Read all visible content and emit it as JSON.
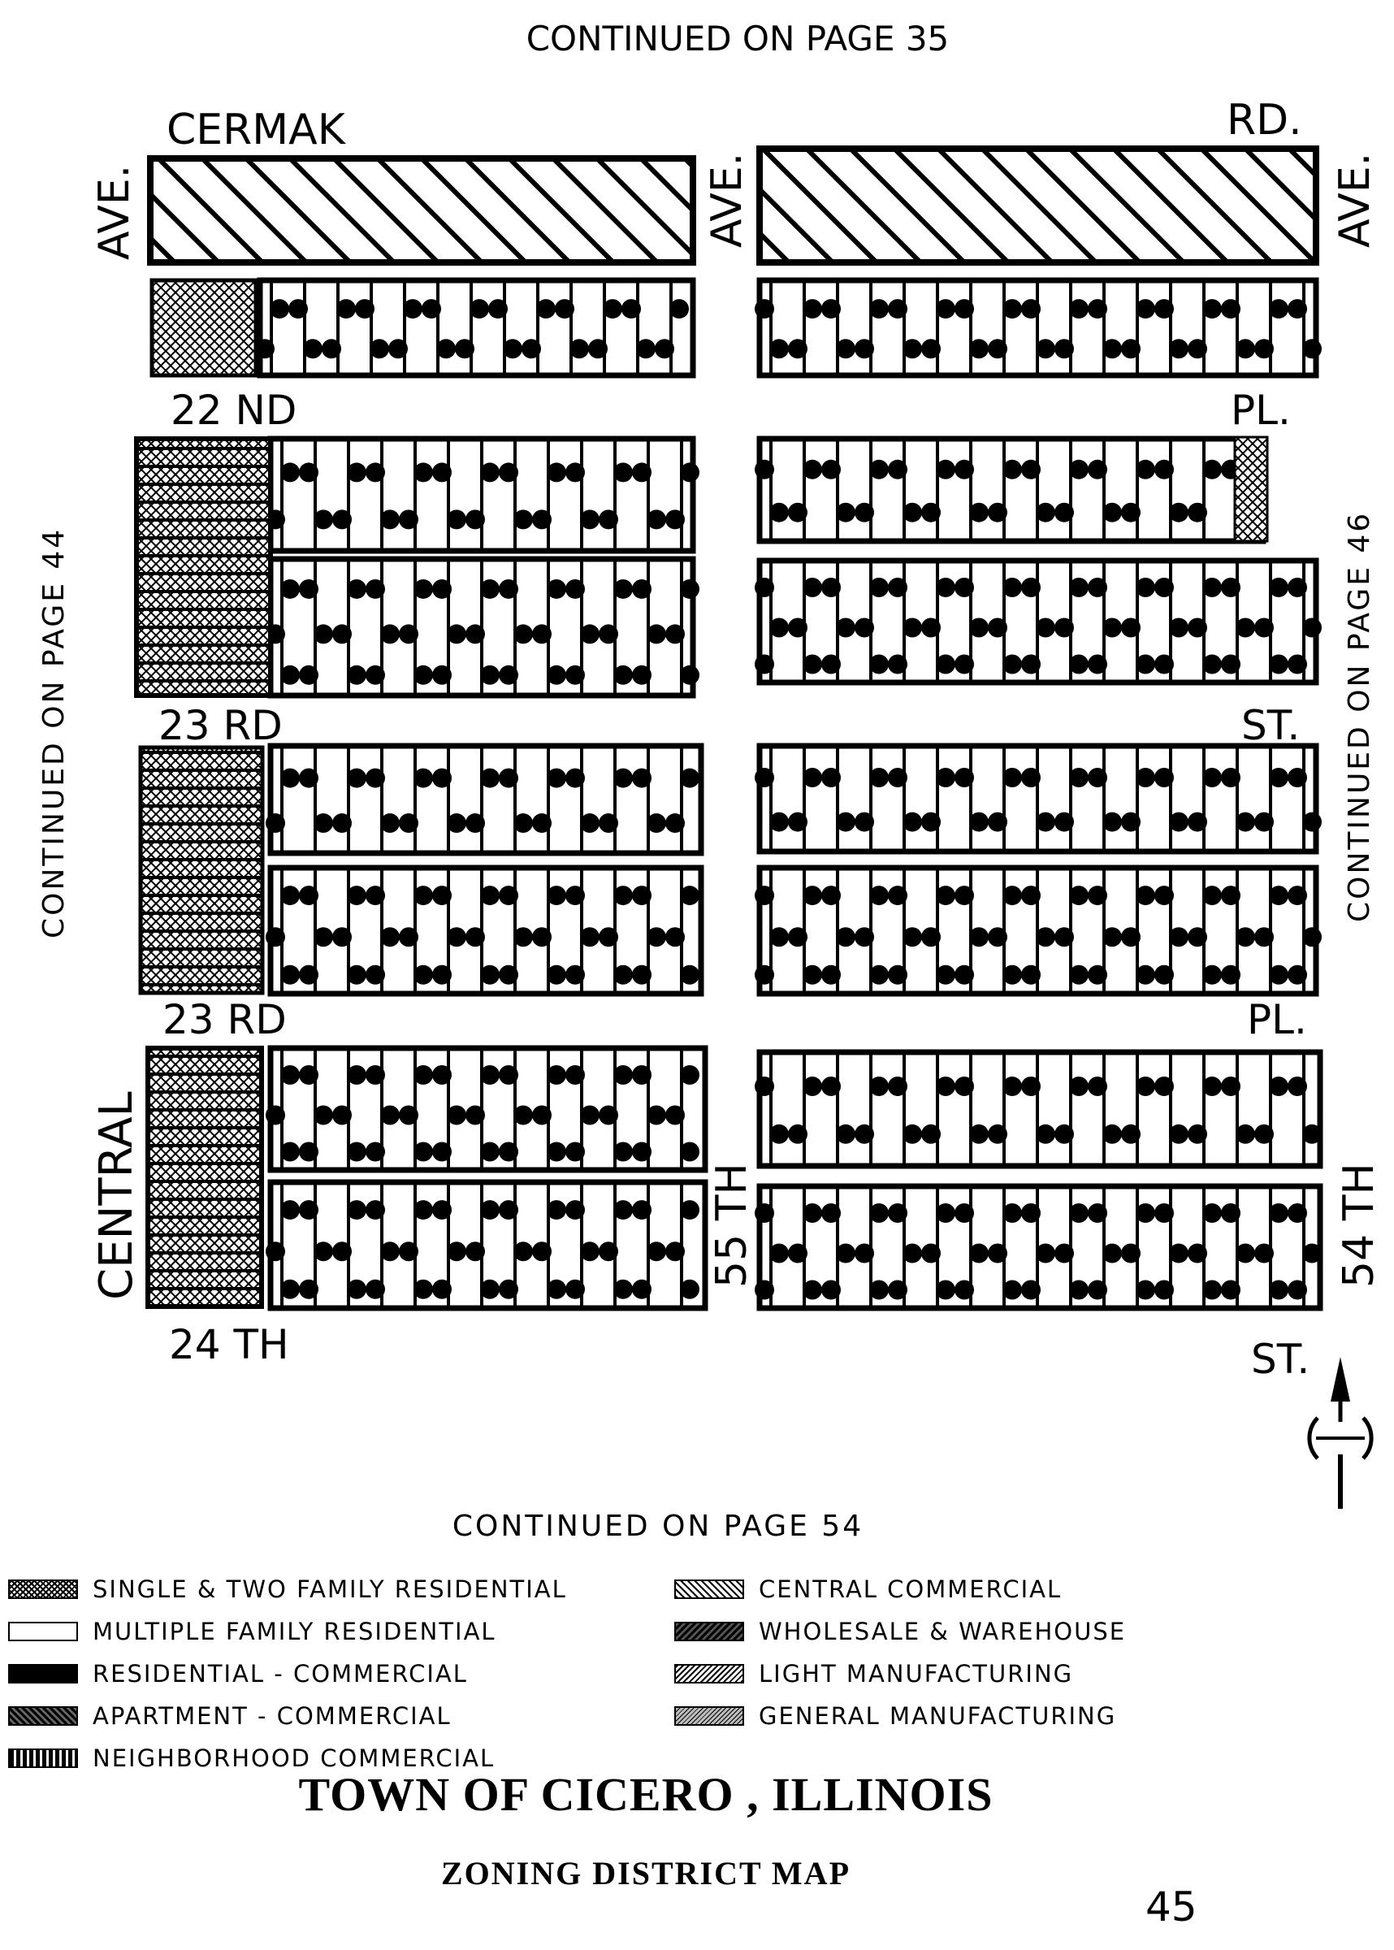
{
  "continuation": {
    "top": "CONTINUED ON PAGE  35",
    "left": "CONTINUED  ON  PAGE  44",
    "right": "CONTINUED  ON  PAGE  46",
    "bottom": "CONTINUED  ON  PAGE  54"
  },
  "streets": {
    "cermak": "CERMAK",
    "cermak_rd": "RD.",
    "ave_left": "AVE.",
    "ave_middle": "AVE.",
    "ave_right": "AVE.",
    "nd22": "22 ND",
    "nd22_pl": "PL.",
    "rd23_upper": "23 RD",
    "rd23_upper_st": "ST.",
    "rd23_lower": "23 RD",
    "rd23_lower_pl": "PL.",
    "central": "CENTRAL",
    "th55": "55 TH",
    "th54": "54 TH",
    "th24": "24 TH",
    "th24_st": "ST."
  },
  "legend": [
    {
      "label": "SINGLE  &  TWO  FAMILY  RESIDENTIAL",
      "pattern": "single"
    },
    {
      "label": "MULTIPLE  FAMILY  RESIDENTIAL",
      "pattern": "multiple"
    },
    {
      "label": "RESIDENTIAL  -  COMMERCIAL",
      "pattern": "rescom"
    },
    {
      "label": "APARTMENT  -  COMMERCIAL",
      "pattern": "aptcom"
    },
    {
      "label": "NEIGHBORHOOD   COMMERCIAL",
      "pattern": "neigh"
    },
    {
      "label": "CENTRAL  COMMERCIAL",
      "pattern": "central"
    },
    {
      "label": "WHOLESALE  &  WAREHOUSE",
      "pattern": "wholesale"
    },
    {
      "label": "LIGHT  MANUFACTURING",
      "pattern": "light"
    },
    {
      "label": "GENERAL  MANUFACTURING",
      "pattern": "general"
    }
  ],
  "title": "TOWN  OF  CICERO , ILLINOIS",
  "subtitle": "ZONING  DISTRICT  MAP",
  "page_number": "45",
  "north_arrow_icon": "north-arrow-icon"
}
